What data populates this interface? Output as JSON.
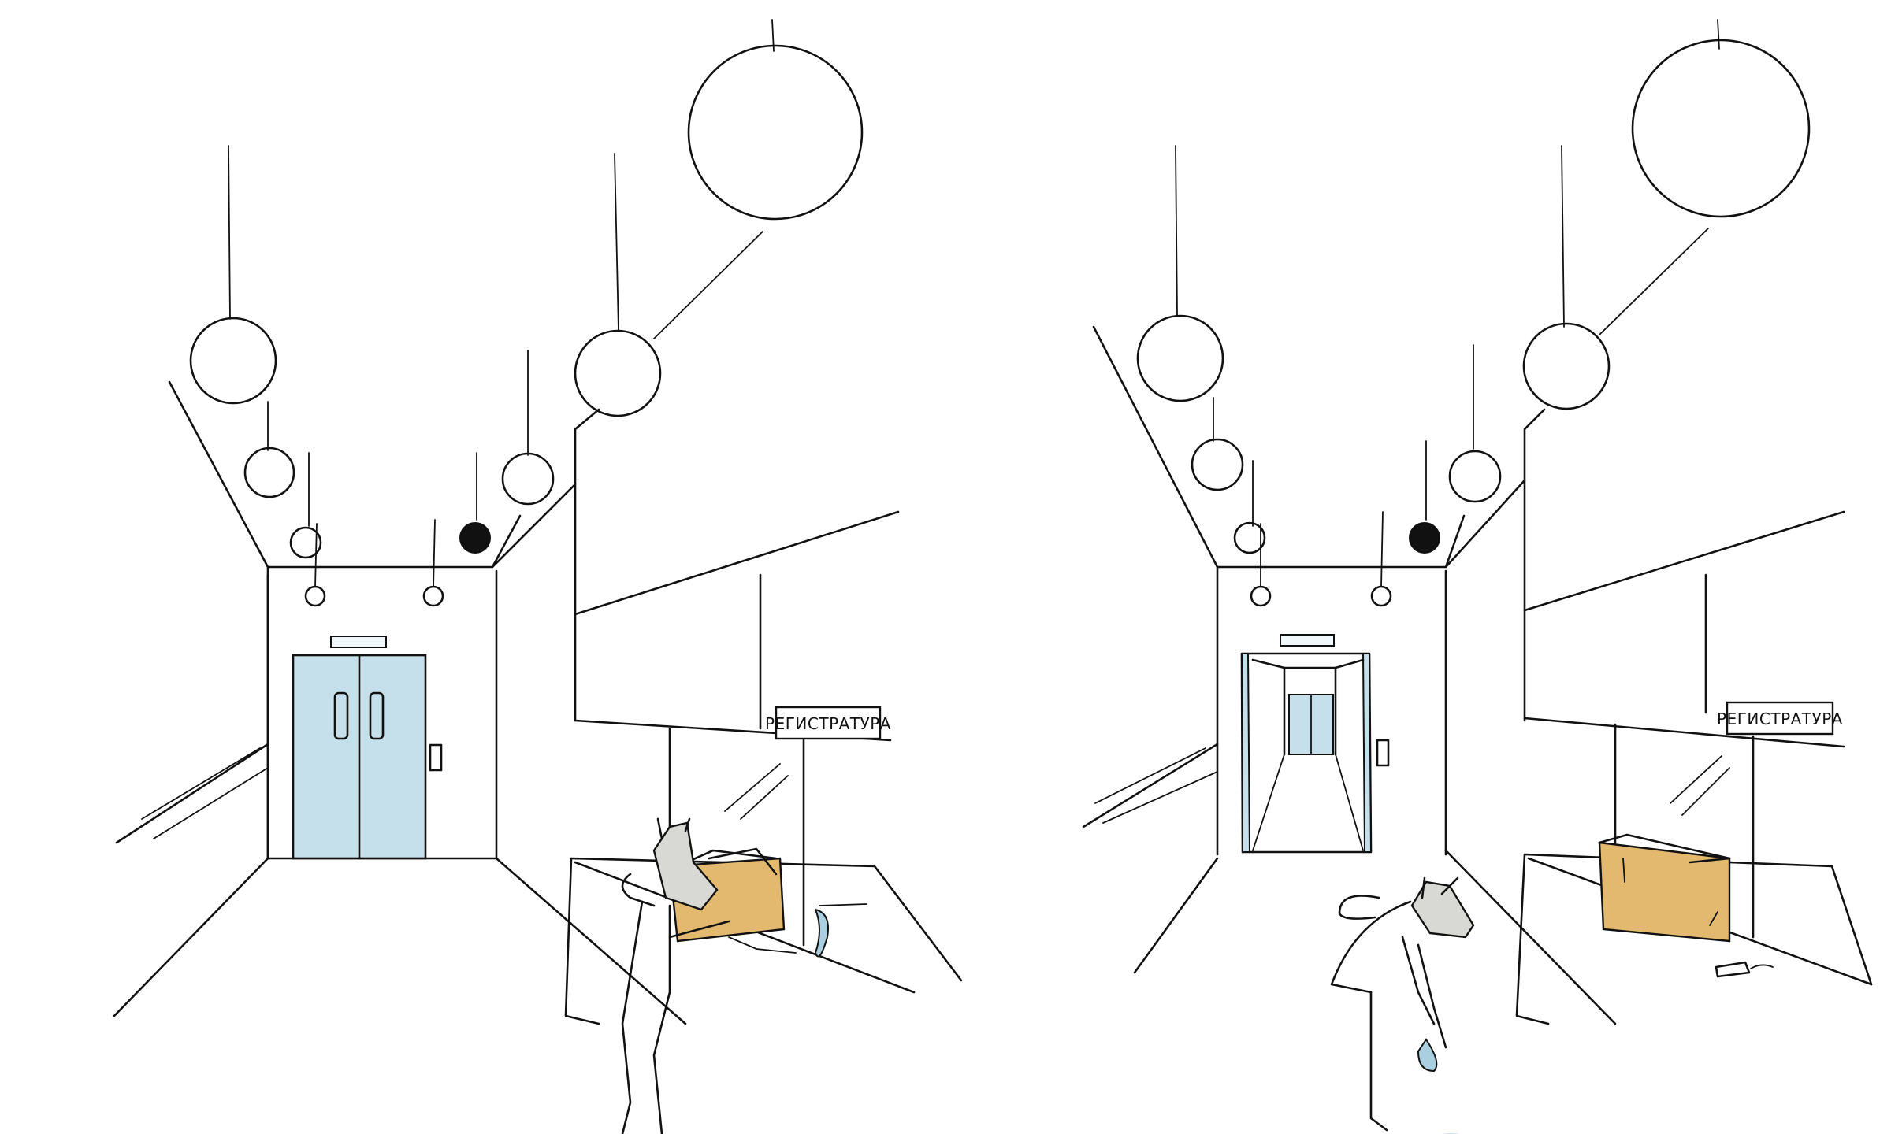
{
  "panels": [
    {
      "id": "before",
      "sign_text": "РЕГИСТРАТУРА",
      "elevator_state": "closed"
    },
    {
      "id": "after",
      "sign_text": "РЕГИСТРАТУРА",
      "elevator_state": "open"
    }
  ],
  "colors": {
    "line": "#111111",
    "elevator_door": "#c5e0ea",
    "box": "#e3b96f",
    "character": "#d8d8d4",
    "glove": "#a9cfe0",
    "background": "#ffffff"
  }
}
